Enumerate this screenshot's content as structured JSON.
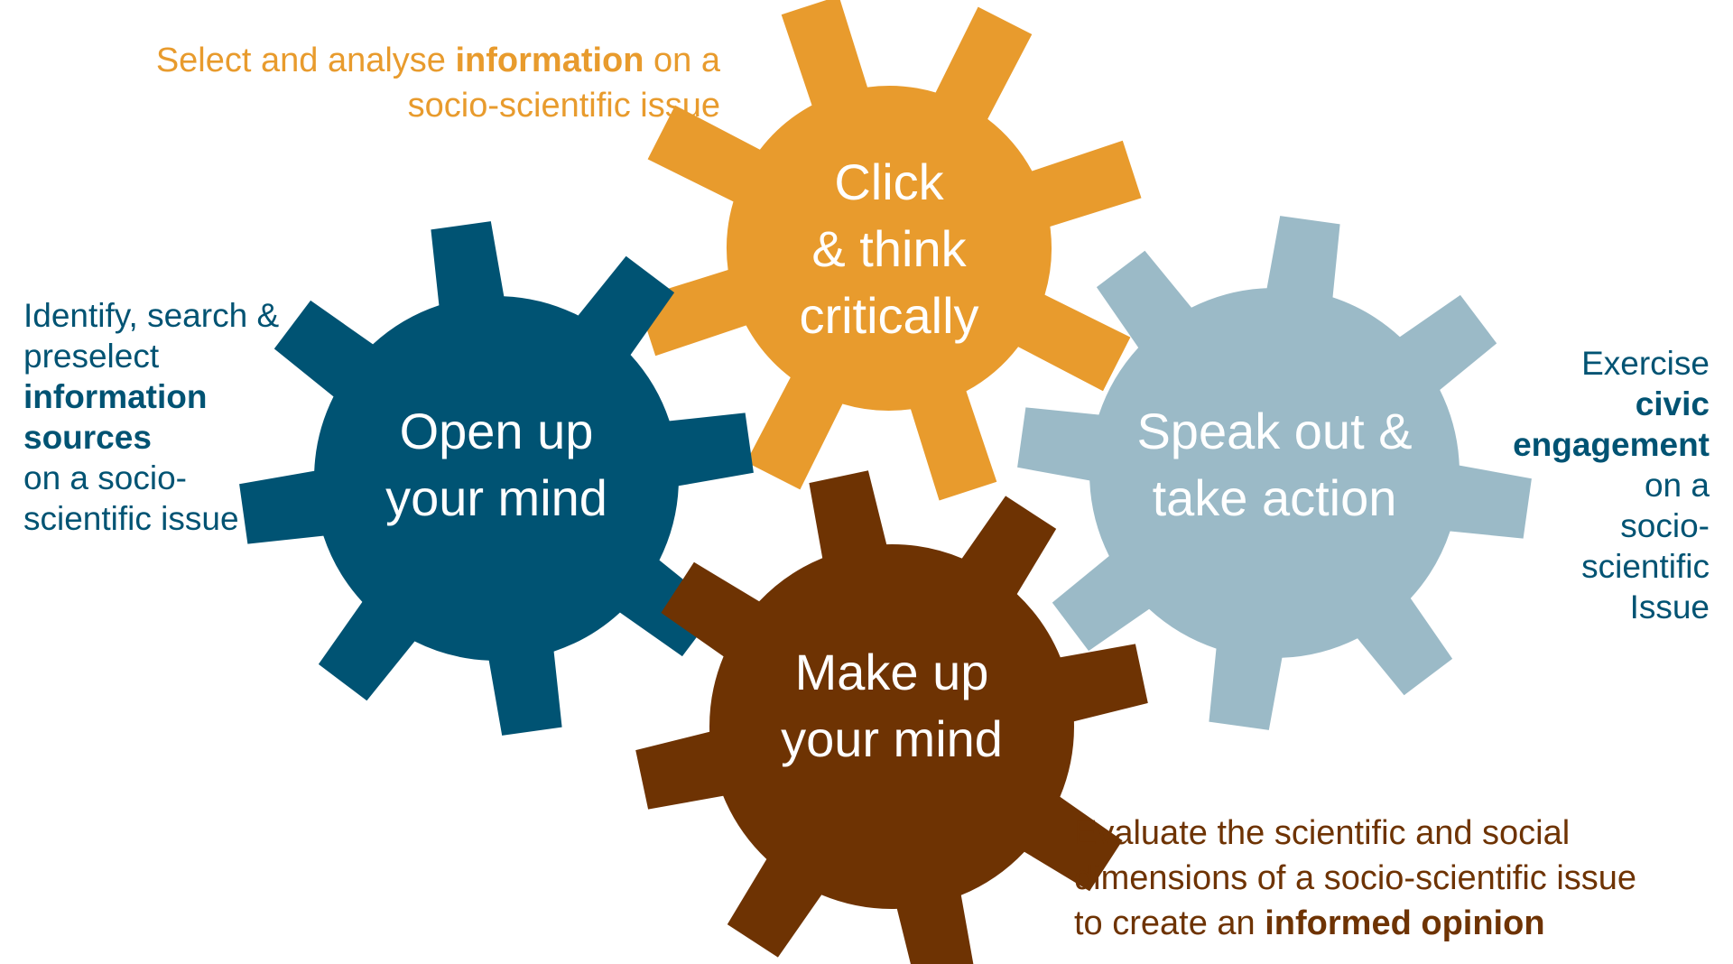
{
  "colors": {
    "click": "#e89b2d",
    "open": "#005373",
    "speak": "#9bbac7",
    "make": "#6e3303",
    "gear_text": "#ffffff"
  },
  "gears": {
    "click": {
      "lines": [
        "Click",
        "& think",
        "critically"
      ]
    },
    "open": {
      "lines": [
        "Open up",
        "your mind"
      ]
    },
    "speak": {
      "lines": [
        "Speak out &",
        "take action"
      ]
    },
    "make": {
      "lines": [
        "Make up",
        "your mind"
      ]
    }
  },
  "descriptions": {
    "click": {
      "line1_pre": "Select and analyse ",
      "line1_bold": "information",
      "line1_post": " on a",
      "line2": "socio-scientific issue"
    },
    "open": {
      "line1": "Identify, search &",
      "line2": "preselect",
      "bold1": "information",
      "bold2": "sources",
      "line5": "on a socio-",
      "line6": "scientific issue"
    },
    "speak": {
      "line1": "Exercise",
      "bold1": "civic",
      "bold2": "engagement",
      "line4": "on a",
      "line5": "socio-",
      "line6": "scientific",
      "line7": "Issue"
    },
    "make": {
      "line1": "Evaluate the scientific and social",
      "line2": "dimensions of a socio-scientific issue",
      "line3_pre": "to create an ",
      "line3_bold": "informed opinion"
    }
  }
}
